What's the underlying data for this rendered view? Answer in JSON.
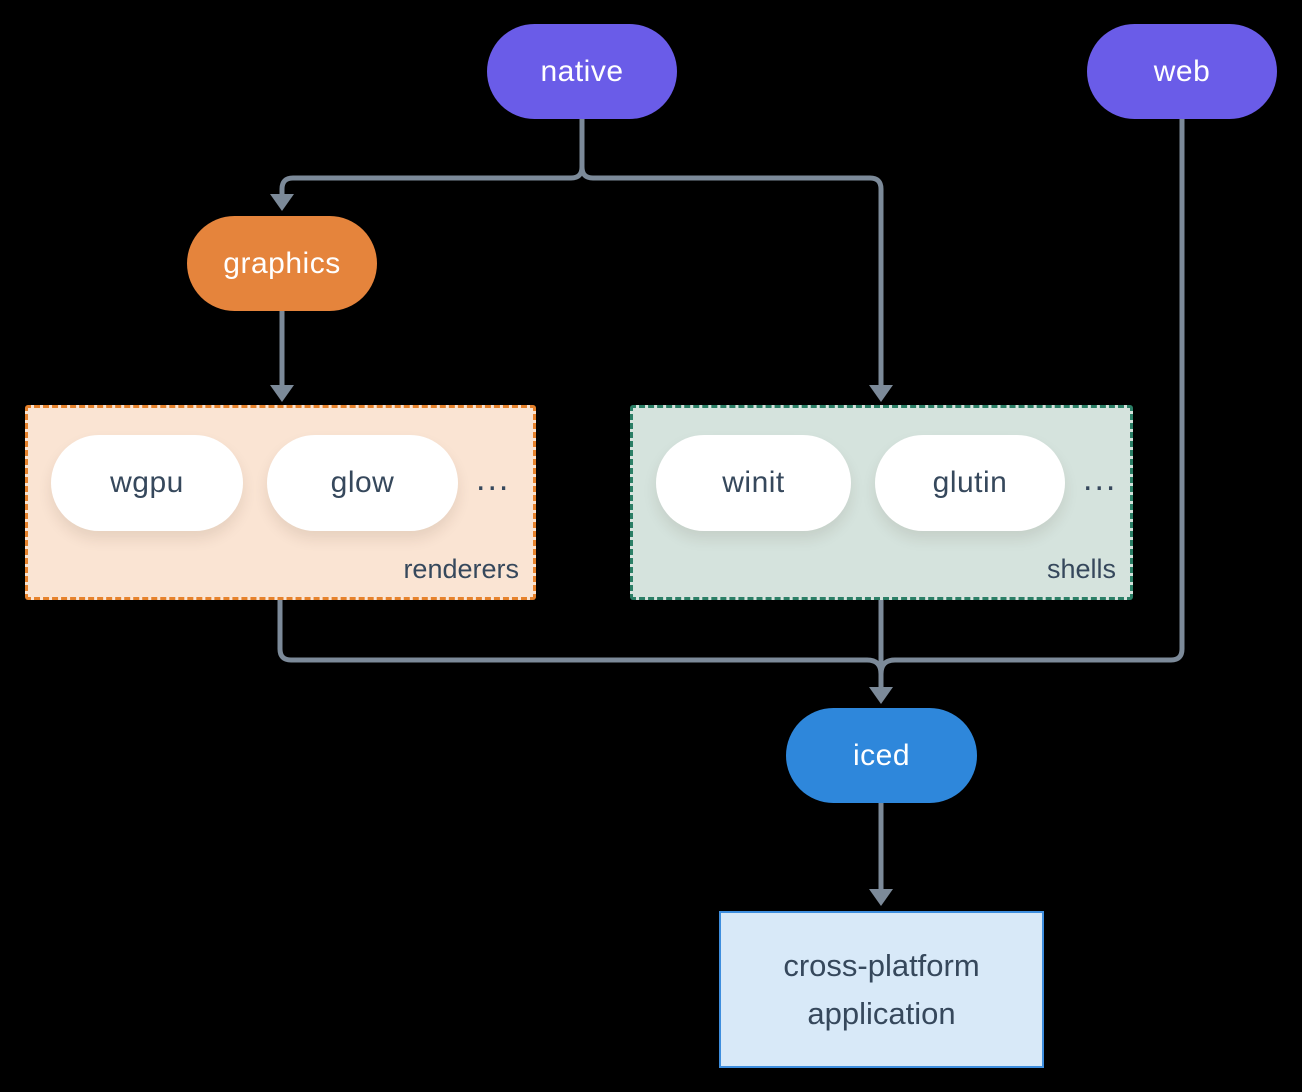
{
  "nodes": {
    "native": {
      "label": "native",
      "color": "#6A5CE8"
    },
    "web": {
      "label": "web",
      "color": "#6A5CE8"
    },
    "graphics": {
      "label": "graphics",
      "color": "#E5843C"
    },
    "iced": {
      "label": "iced",
      "color": "#2E87DB"
    },
    "application": {
      "label_line1": "cross-platform",
      "label_line2": "application",
      "fill": "#D8E9F8",
      "border": "#3E8EDE"
    }
  },
  "groups": {
    "renderers": {
      "label": "renderers",
      "pills": [
        "wgpu",
        "glow"
      ],
      "ellipsis": "...",
      "fill": "#FAE4D3",
      "border": "#E6822C"
    },
    "shells": {
      "label": "shells",
      "pills": [
        "winit",
        "glutin"
      ],
      "ellipsis": "...",
      "fill": "#D5E3DD",
      "border": "#2B7F66"
    }
  },
  "colors": {
    "background": "#000000",
    "connector": "#7C8A99",
    "pill_text": "#FFFFFF",
    "dark_text": "#36485C",
    "inner_pill_fill": "#FFFFFF"
  }
}
